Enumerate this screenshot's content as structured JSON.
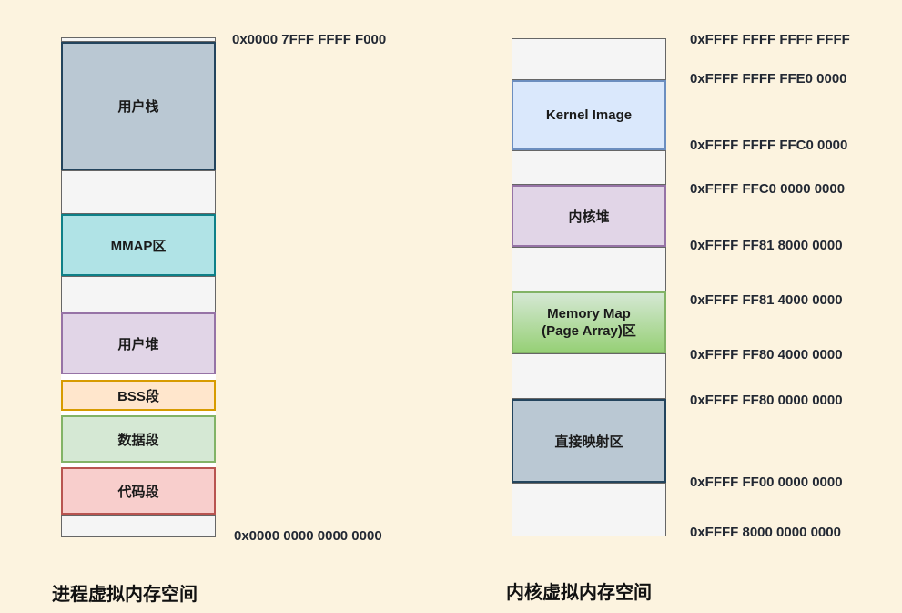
{
  "page": {
    "background_color": "#FCF3DF"
  },
  "process_space": {
    "title": "进程虚拟内存空间",
    "top_address": "0x0000 7FFF FFFF F000",
    "bottom_address": "0x0000 0000 0000 0000",
    "blocks": [
      {
        "label": "用户栈",
        "fill": "#BAC8D3",
        "border": "#23445D"
      },
      {
        "label": "MMAP区",
        "fill": "#B0E3E6",
        "border": "#0E8088"
      },
      {
        "label": "用户堆",
        "fill": "#E1D5E7",
        "border": "#9673A6"
      },
      {
        "label": "BSS段",
        "fill": "#FFE6CC",
        "border": "#D79B00"
      },
      {
        "label": "数据段",
        "fill": "#D5E8D4",
        "border": "#82B366"
      },
      {
        "label": "代码段",
        "fill": "#F8CECC",
        "border": "#B85450"
      }
    ]
  },
  "kernel_space": {
    "title": "内核虚拟内存空间",
    "addresses": [
      "0xFFFF FFFF FFFF FFFF",
      "0xFFFF FFFF FFE0 0000",
      "0xFFFF FFFF FFC0 0000",
      "0xFFFF FFC0 0000 0000",
      "0xFFFF FF81 8000 0000",
      "0xFFFF FF81 4000 0000",
      "0xFFFF FF80 4000 0000",
      "0xFFFF FF80 0000 0000",
      "0xFFFF FF00 0000 0000",
      "0xFFFF 8000 0000 0000"
    ],
    "blocks": [
      {
        "label": "Kernel Image",
        "fill": "#DAE8FC",
        "border": "#6C8EBF"
      },
      {
        "label": "内核堆",
        "fill": "#E1D5E7",
        "border": "#9673A6"
      },
      {
        "label_line1": "Memory Map",
        "label_line2": "(Page Array)区",
        "fill_top": "#D5E8D4",
        "fill_bottom": "#97D077",
        "border": "#82B366"
      },
      {
        "label": "直接映射区",
        "fill": "#BAC8D3",
        "border": "#23445D"
      }
    ]
  },
  "shared_colors": {
    "empty_block_fill": "#F5F5F5",
    "empty_block_border": "#666666",
    "address_text": "#222833",
    "title_text": "#111111"
  }
}
